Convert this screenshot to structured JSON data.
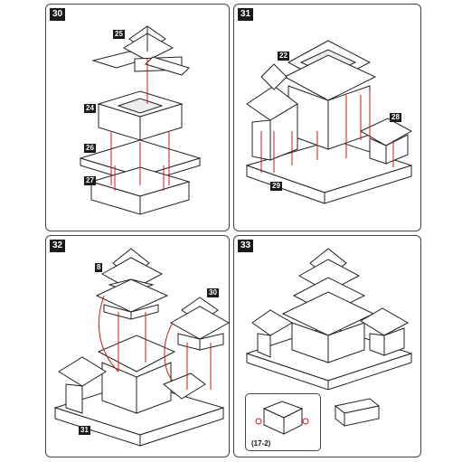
{
  "steps": [
    {
      "number": "30",
      "parts": [
        "25",
        "24",
        "26",
        "27"
      ]
    },
    {
      "number": "31",
      "parts": [
        "22",
        "28",
        "29"
      ]
    },
    {
      "number": "32",
      "parts": [
        "8",
        "30",
        "31"
      ]
    },
    {
      "number": "33",
      "parts": [],
      "inset_note": "(17-2)"
    }
  ],
  "colors": {
    "line": "#222222",
    "guide": "#c8191e",
    "badge": "#1a1a1a"
  }
}
